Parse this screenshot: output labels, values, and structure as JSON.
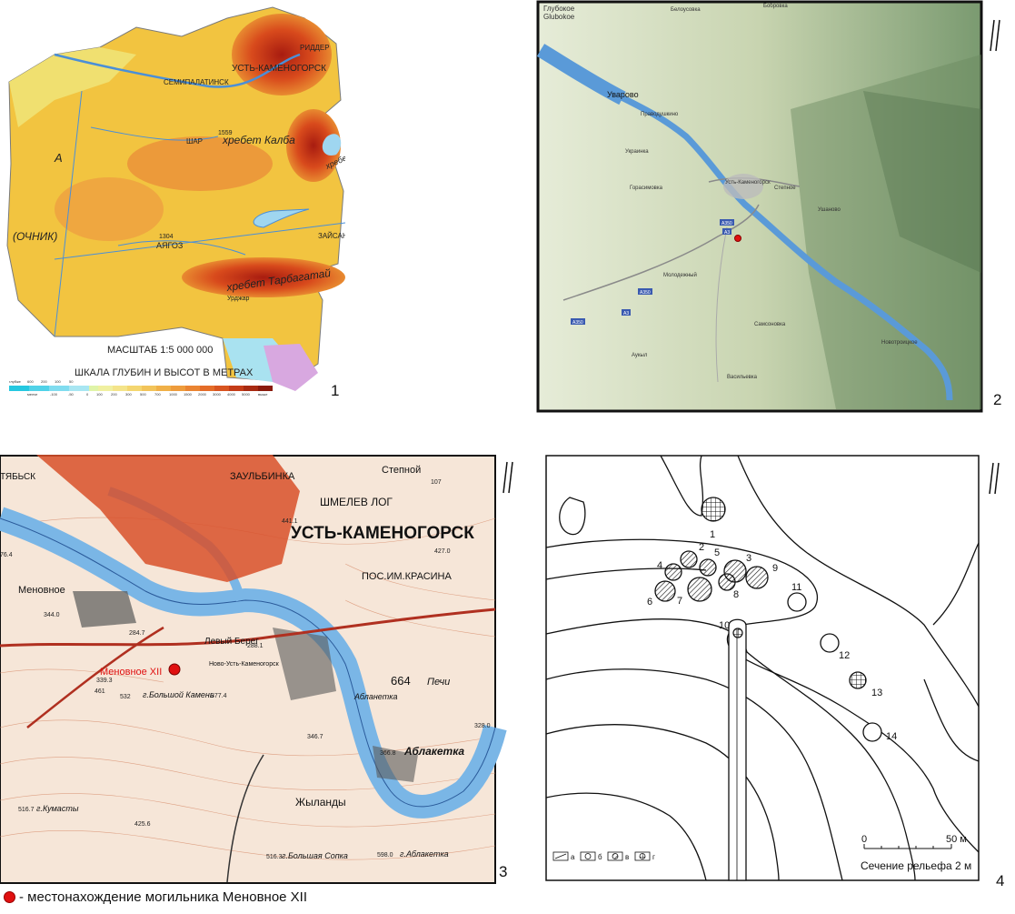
{
  "map1": {
    "scale": "МАСШТАБ 1:5 000 000",
    "legend_title": "ШКАЛА ГЛУБИН И ВЫСОТ В МЕТРАХ",
    "legend_ticks": [
      "глубже",
      "600",
      "200",
      "100",
      "50",
      "мелче",
      "-100",
      "-50",
      "0",
      "100",
      "200",
      "300",
      "500",
      "700",
      "1000",
      "1500",
      "2000",
      "3000",
      "4000",
      "5000",
      "выше"
    ],
    "places": [
      "СЕМИПАЛАТИНСК",
      "УСТЬ-КАМЕНОГОРСК",
      "РИДДЕР",
      "ШАР",
      "хребет Калба",
      "хребет Нарым",
      "АЯГОЗ",
      "хребет Тарбагатай",
      "ЗАЙСАН",
      "А",
      "(ОЧНИК)",
      "Урджар",
      "1304",
      "1559"
    ],
    "panel_number": "1"
  },
  "map2": {
    "places": [
      "Глубокое",
      "Glubokoe",
      "Белоусовка",
      "Уварово",
      "Бобровка",
      "Праводушкино",
      "Украинка",
      "Усть-Каменогорск",
      "Степное",
      "Горасимовка",
      "Ушаново",
      "Молодежный",
      "Самсоновка",
      "Новотроицкое",
      "Васильевка",
      "Аукыл"
    ],
    "roads": [
      "A350",
      "A3",
      "A350",
      "A3",
      "A350"
    ],
    "panel_number": "2"
  },
  "map3": {
    "places": [
      "ТЯБЬСК",
      "ЗАУЛЬБИНКА",
      "Степной",
      "ШМЕЛЕВ ЛОГ",
      "УСТЬ-КАМЕНОГОРСК",
      "ПОС.ИМ.КРАСИНА",
      "Меновное",
      "Левый Берег",
      "Ново-Усть-Каменогорск",
      "664",
      "Печи",
      "Абланетка",
      "Аблакетка",
      "Жыланды",
      "г.Большая Сопка",
      "г.Аблакетка",
      "г.Кумасты",
      "г.Большой Камень",
      "Меновное XII"
    ],
    "heights": [
      "441.1",
      "427.0",
      "344.0",
      "288.1",
      "284.7",
      "339.3",
      "461",
      "377.4",
      "532",
      "346.7",
      "366.8",
      "328.0",
      "598.0",
      "516.3",
      "516.7",
      "425.6",
      "107",
      "76.4"
    ],
    "panel_number": "3"
  },
  "map4": {
    "graves": [
      {
        "n": "1",
        "type": "г"
      },
      {
        "n": "2",
        "type": "в"
      },
      {
        "n": "3",
        "type": "в"
      },
      {
        "n": "4",
        "type": "в"
      },
      {
        "n": "5",
        "type": "в"
      },
      {
        "n": "6",
        "type": "в"
      },
      {
        "n": "7",
        "type": "в"
      },
      {
        "n": "8",
        "type": "в"
      },
      {
        "n": "9",
        "type": "в"
      },
      {
        "n": "10",
        "type": "г"
      },
      {
        "n": "11",
        "type": "б"
      },
      {
        "n": "12",
        "type": "б"
      },
      {
        "n": "13",
        "type": "г"
      },
      {
        "n": "14",
        "type": "б"
      }
    ],
    "legend": [
      "а",
      "б",
      "в",
      "г"
    ],
    "scale_start": "0",
    "scale_end": "50 м",
    "contour_note": "Сечение рельефа 2 м",
    "panel_number": "4"
  },
  "caption": "- местонахождение могильника Меновное XII",
  "colors": {
    "site_marker": "#e01010",
    "river": "#4a8fd8",
    "city": "#d8502a"
  }
}
